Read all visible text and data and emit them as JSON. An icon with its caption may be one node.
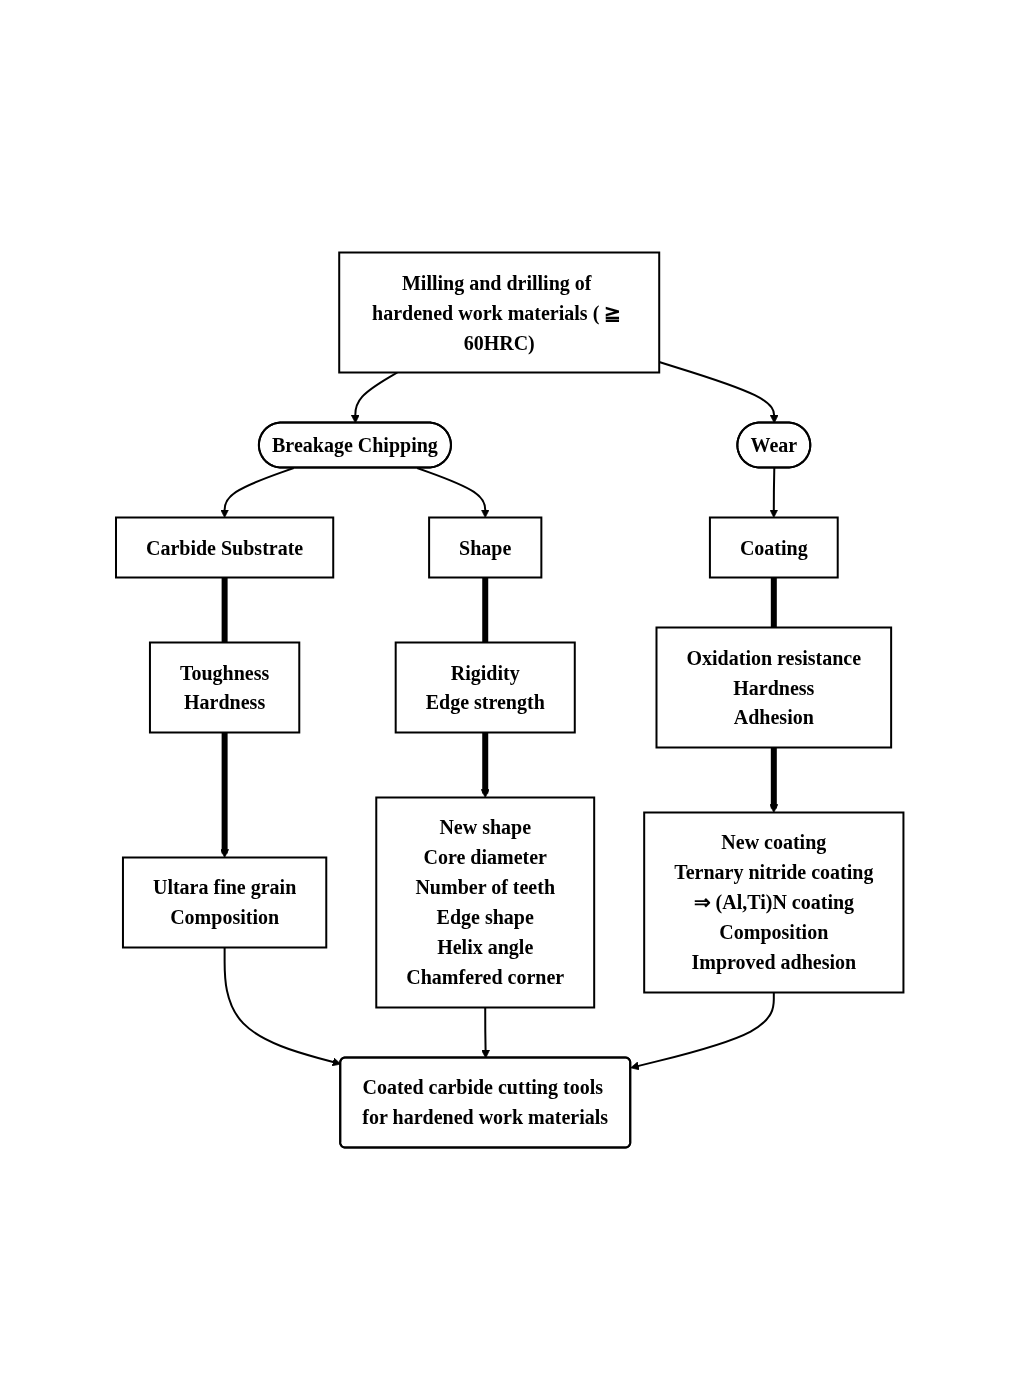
{
  "diagram": {
    "nodes": [
      {
        "text": [
          "Milling and drilling of hardened work materials ( ≧ 60HRC)"
        ]
      },
      {
        "text": [
          "Breakage Chipping"
        ]
      },
      {
        "text": [
          "Wear"
        ]
      },
      {
        "text": [
          "Carbide Substrate"
        ]
      },
      {
        "text": [
          "Shape"
        ]
      },
      {
        "text": [
          "Coating"
        ]
      },
      {
        "text": [
          "Toughness",
          "Hardness"
        ]
      },
      {
        "text": [
          "Rigidity",
          "Edge strength"
        ]
      },
      {
        "text": [
          "Oxidation resistance",
          "Hardness",
          "Adhesion"
        ]
      },
      {
        "text": [
          "Ultara fine grain",
          "Composition"
        ]
      },
      {
        "text": [
          "New shape",
          "Core diameter",
          "Number of teeth",
          "Edge shape",
          "Helix angle",
          "Chamfered corner"
        ]
      },
      {
        "text": [
          "New coating",
          "Ternary nitride coating",
          "⇒ (Al,Ti)N coating",
          "Composition",
          "Improved adhesion"
        ]
      },
      {
        "text": [
          "Coated carbide cutting tools for hardened work materials"
        ]
      }
    ],
    "edges": [
      {
        "from": 0,
        "to": 1,
        "arrow": "to"
      },
      {
        "from": 0,
        "to": 2,
        "arrow": "to"
      },
      {
        "from": 1,
        "to": 3,
        "arrow": "to"
      },
      {
        "from": 1,
        "to": 4,
        "arrow": "to"
      },
      {
        "from": 2,
        "to": 5,
        "arrow": "to"
      },
      {
        "from": 3,
        "to": 6,
        "arrow": "none",
        "style": "thick"
      },
      {
        "from": 4,
        "to": 7,
        "arrow": "none",
        "style": "thick"
      },
      {
        "from": 5,
        "to": 8,
        "arrow": "none",
        "style": "thick"
      },
      {
        "from": 6,
        "to": 9,
        "arrow": "to",
        "style": "thick"
      },
      {
        "from": 7,
        "to": 10,
        "arrow": "to",
        "style": "thick"
      },
      {
        "from": 8,
        "to": 11,
        "arrow": "to",
        "style": "thick"
      },
      {
        "from": 9,
        "to": 12,
        "arrow": "to"
      },
      {
        "from": 10,
        "to": 12,
        "arrow": "to"
      },
      {
        "from": 11,
        "to": 12,
        "arrow": "to"
      }
    ]
  }
}
